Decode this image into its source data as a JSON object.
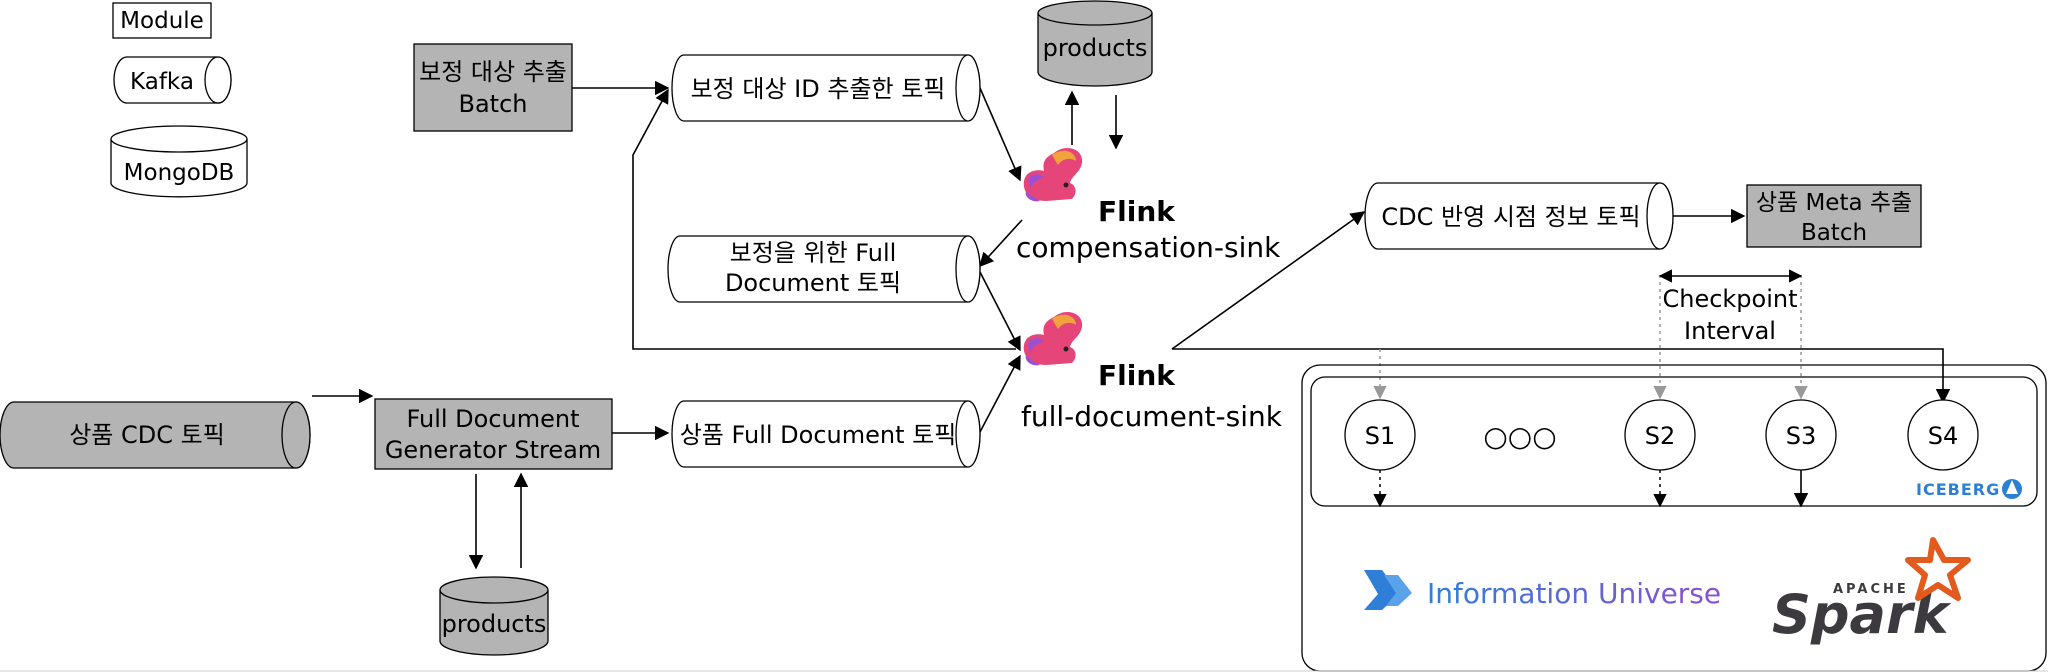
{
  "legend": {
    "module": "Module",
    "kafka": "Kafka",
    "mongodb": "MongoDB"
  },
  "modules": {
    "compensation_extract_batch": [
      "보정 대상 추출",
      "Batch"
    ],
    "full_document_generator": [
      "Full Document",
      "Generator Stream"
    ],
    "product_meta_batch": [
      "상품 Meta 추출",
      "Batch"
    ]
  },
  "topics": {
    "compensation_id_topic": "보정 대상 ID 추출한 토픽",
    "compensation_full_doc_topic": [
      "보정을 위한 Full",
      "Document 토픽"
    ],
    "product_cdc_topic": "상품 CDC 토픽",
    "product_full_doc_topic": "상품 Full Document 토픽",
    "cdc_timestamp_topic": "CDC 반영 시점 정보 토픽"
  },
  "databases": {
    "products_top": "products",
    "products_bottom": "products"
  },
  "flink": {
    "brand": "Flink",
    "compensation_sink": "compensation-sink",
    "full_document_sink": "full-document-sink"
  },
  "checkpoint": {
    "label": [
      "Checkpoint",
      "Interval"
    ]
  },
  "snapshots": {
    "items": [
      "S1",
      "S2",
      "S3",
      "S4"
    ],
    "ellipsis": "○○○"
  },
  "logos": {
    "iceberg": "ICEBERG",
    "information_universe": "Information Universe",
    "spark_top": "APACHE",
    "spark_word": "Spark"
  },
  "colors": {
    "module_fill": "#b4b4b4",
    "line": "#000000",
    "dashed_line": "#999999",
    "iceberg_blue": "#2b7fd4",
    "iu_blue": "#2f7fd9",
    "iu_purple": "#8c4fcf",
    "spark_orange": "#e25a1c",
    "spark_gray": "#3c3a3e",
    "flink_pink": "#e6457a"
  }
}
